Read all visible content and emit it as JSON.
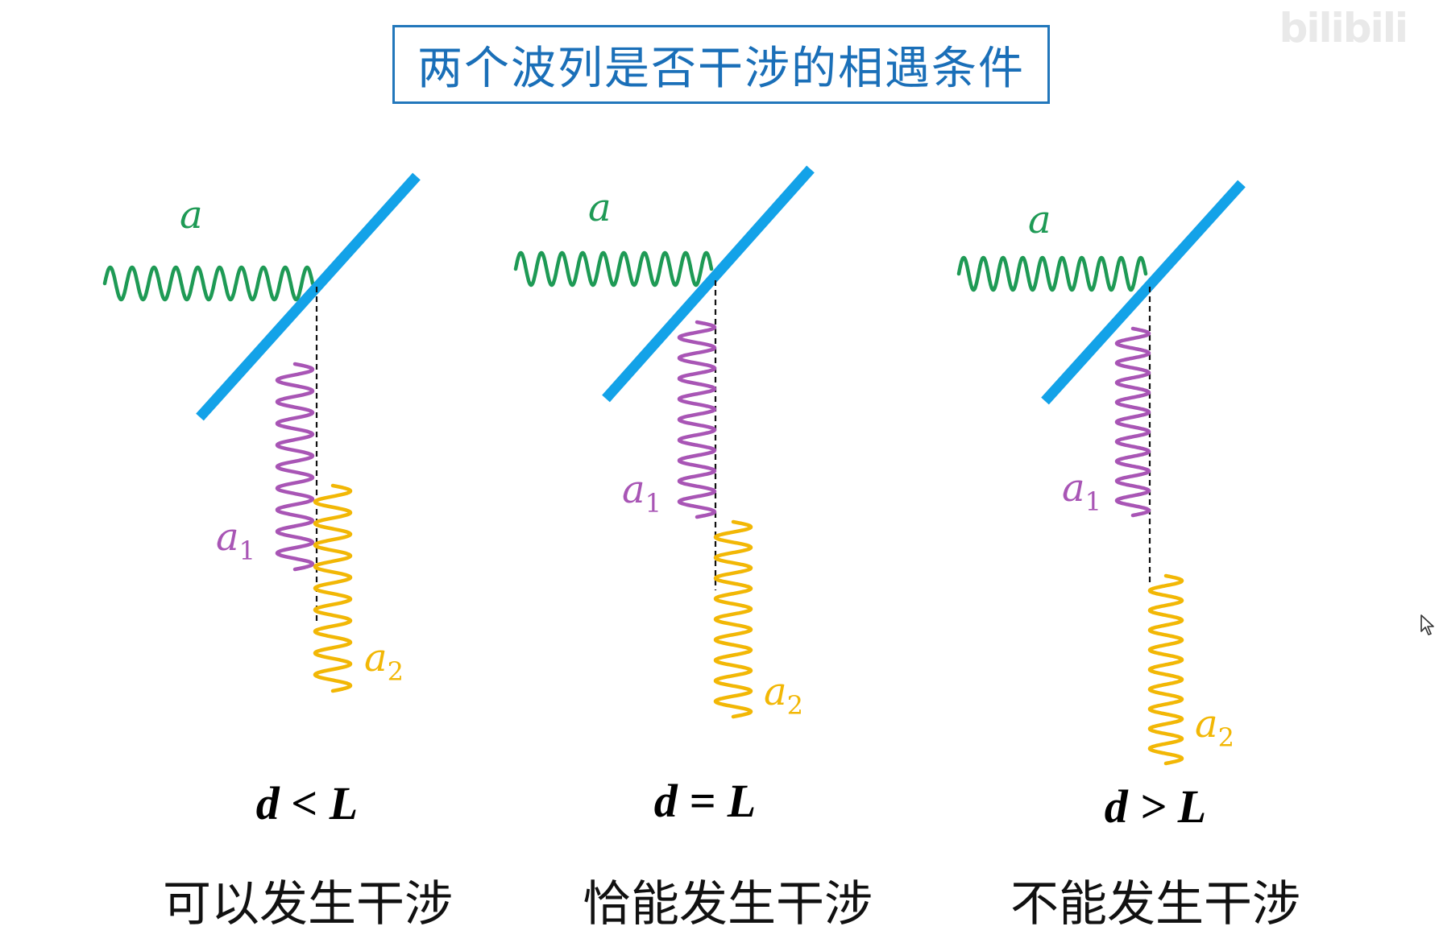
{
  "title": "两个波列是否干涉的相遇条件",
  "watermark": "bilibili",
  "icons": {
    "cursor": "mouse-cursor-icon"
  },
  "colors": {
    "incident_wave": "#1e9a55",
    "reflected_wave_a1": "#a855b5",
    "transmitted_wave_a2": "#f2b705",
    "mirror": "#13a2e8",
    "title_border": "#2277bb",
    "title_text": "#1a6fb8"
  },
  "labels": {
    "incident": "a",
    "wave1_base": "a",
    "wave1_sub": "1",
    "wave2_base": "a",
    "wave2_sub": "2"
  },
  "panels": [
    {
      "condition": "d < L",
      "caption": "可以发生干涉"
    },
    {
      "condition": "d = L",
      "caption": "恰能发生干涉"
    },
    {
      "condition": "d > L",
      "caption": "不能发生干涉"
    }
  ]
}
